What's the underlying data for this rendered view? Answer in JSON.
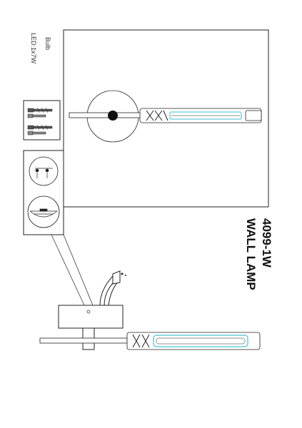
{
  "bulb": {
    "title": "Bulb",
    "spec": "LED:1x7W"
  },
  "product": {
    "model": "4099-1W",
    "name": "WALL LAMP"
  },
  "colors": {
    "line": "#222222",
    "tube": "#7fd3e0"
  },
  "icons": [
    "screw-icon",
    "anchor-icon",
    "mounting-plate-icon",
    "wire-connector-icon"
  ]
}
